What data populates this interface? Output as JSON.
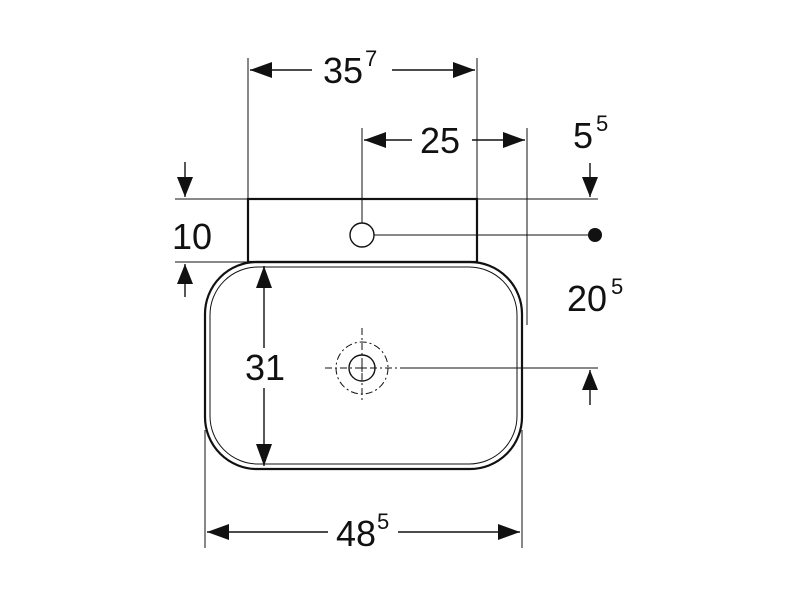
{
  "dimensions": {
    "top_width": {
      "main": "35",
      "sup": "7"
    },
    "tap_offset": {
      "main": "25",
      "sup": ""
    },
    "side_offset": {
      "main": "5",
      "sup": "5"
    },
    "deck_depth": {
      "main": "10",
      "sup": ""
    },
    "waste_depth": {
      "main": "20",
      "sup": "5"
    },
    "bowl_depth": {
      "main": "31",
      "sup": ""
    },
    "total_width": {
      "main": "48",
      "sup": "5"
    }
  }
}
